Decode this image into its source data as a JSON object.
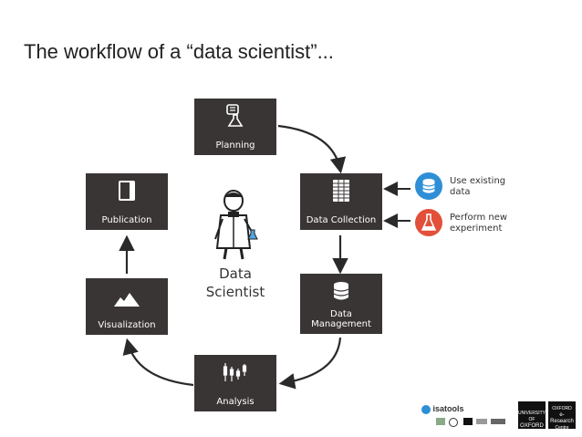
{
  "title": "The workflow of a “data scientist”...",
  "nodes": {
    "planning": {
      "label": "Planning",
      "icon": "flask-checklist-icon"
    },
    "data_collection": {
      "label": "Data Collection",
      "icon": "spreadsheet-icon"
    },
    "data_management": {
      "label_line1": "Data",
      "label_line2": "Management",
      "icon": "database-icon"
    },
    "analysis": {
      "label": "Analysis",
      "icon": "candlestick-icon"
    },
    "visualization": {
      "label": "Visualization",
      "icon": "mountain-chart-icon"
    },
    "publication": {
      "label": "Publication",
      "icon": "book-icon"
    }
  },
  "center": {
    "line1": "Data",
    "line2": "Scientist",
    "icon": "scientist-icon"
  },
  "sources": {
    "existing": {
      "line1": "Use existing",
      "line2": "data",
      "color": "#2e8fd6",
      "icon": "database-icon"
    },
    "experiment": {
      "line1": "Perform new",
      "line2": "experiment",
      "color": "#e2503a",
      "icon": "flask-icon"
    }
  },
  "logos": {
    "isatools": "isatools",
    "oxford_line1": "UNIVERSITY OF",
    "oxford_line2": "OXFORD",
    "oerc_line1": "OXFORD",
    "oerc_line2": "e-Research",
    "oerc_line3": "Centre"
  },
  "colors": {
    "box": "#3a3535",
    "arrow": "#2a2a2a"
  }
}
